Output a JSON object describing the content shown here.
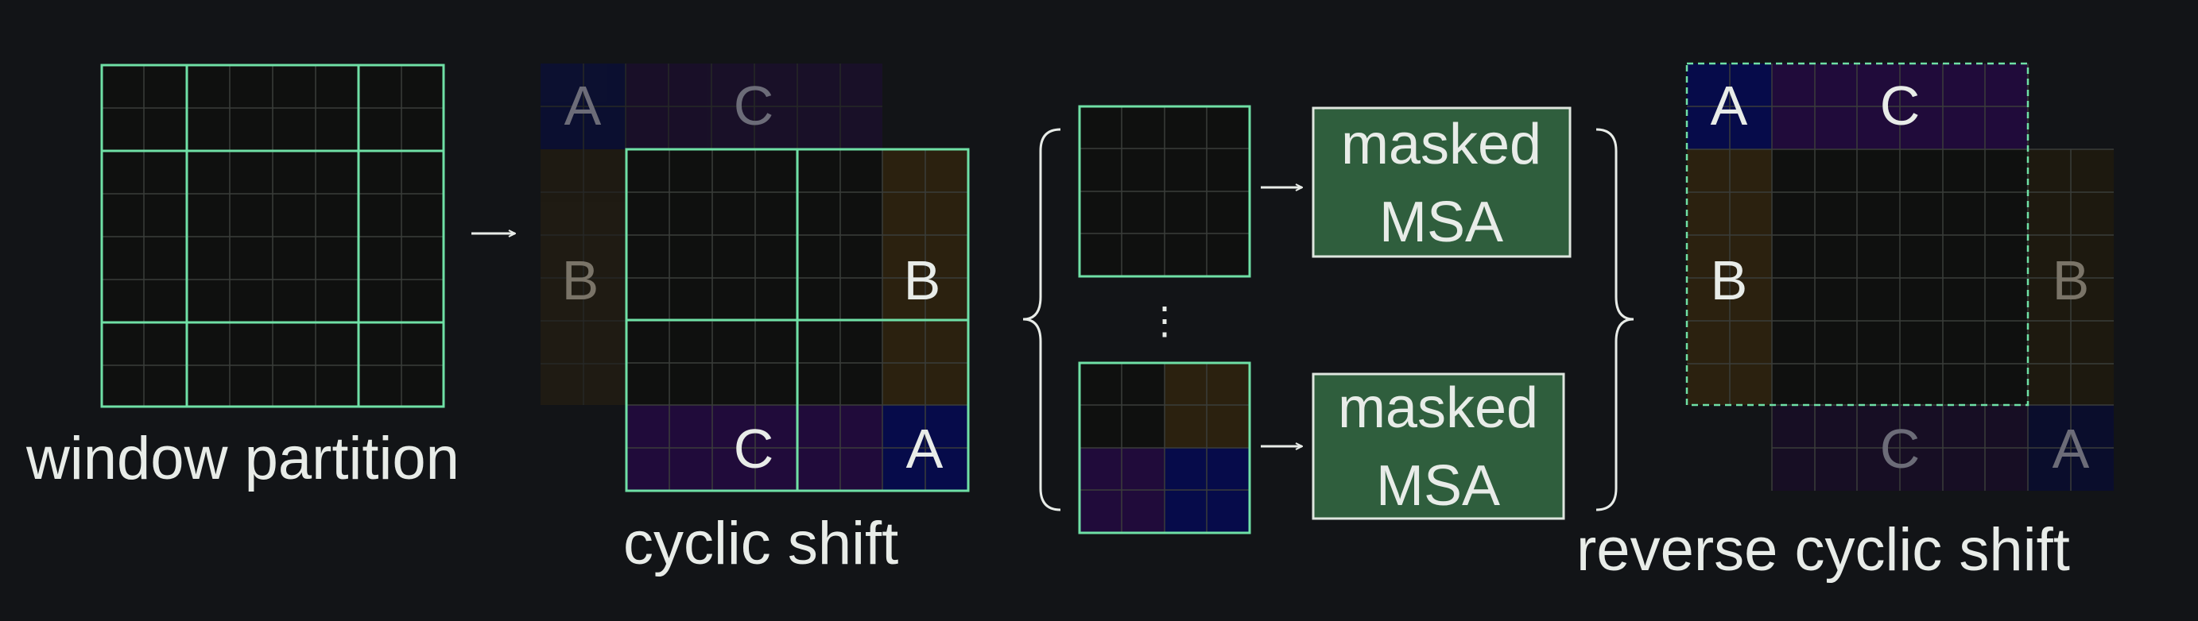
{
  "captions": {
    "window_partition": "window partition",
    "cyclic_shift": "cyclic shift",
    "reverse_cyclic_shift": "reverse cyclic shift"
  },
  "region_letters": {
    "a": "A",
    "b": "B",
    "c": "C"
  },
  "msa_block": {
    "line1": "masked",
    "line2": "MSA"
  },
  "ellipsis": "⋮",
  "colors": {
    "background": "#121417",
    "cell_fill": "#0f100f",
    "grid_line": "#3a3d3a",
    "window_border": "#6fe0a6",
    "region_a": "#060b4a",
    "region_b": "#2b210f",
    "region_c": "#200b3a",
    "msa_fill": "#2f5e3d",
    "text": "#e8ece8"
  }
}
